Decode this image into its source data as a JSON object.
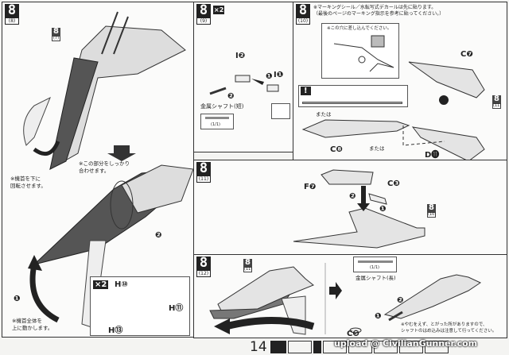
{
  "page_number": "14",
  "watermark": "upload @ CivilianGunner.com",
  "panels": {
    "p8": {
      "step": "8",
      "sub": "(8)",
      "ref_step": "8",
      "ref_sub": "(7)",
      "note_rotate": [
        "※機首を下に",
        "回転させます。"
      ],
      "note_fit": [
        "※この部分をしっかり",
        "合わせます。"
      ],
      "note_up": [
        "※機首全体を",
        "上に動かします。"
      ],
      "x2": "×2",
      "parts": [
        "H⑩",
        "H⑪",
        "H⑬"
      ],
      "step1": "❶",
      "step2": "❷"
    },
    "p9": {
      "step": "8",
      "sub": "(9)",
      "x2": "×2",
      "parts": [
        "I❷",
        "I❶"
      ],
      "step1": "❶",
      "step2": "❷",
      "shaft_label": "金属シャフト(短)",
      "shaft_count": "(1/1)"
    },
    "p10": {
      "step": "8",
      "sub": "(10)",
      "note": [
        "※マーキングシール／水転写式デカールは先に貼ります。",
        "（最後のページのマーキング指示を参考に貼ってください。）"
      ],
      "inset_note": "※この穴に差し込んでください。",
      "parts": [
        "C❼",
        "C❽",
        "D⓫"
      ],
      "ref_step": "8",
      "ref_sub": "(11)",
      "or_text": "または",
      "warning": "!"
    },
    "p11": {
      "step": "8",
      "sub": "(11)",
      "parts": [
        "F❼",
        "C❸"
      ],
      "ref_step": "8",
      "ref_sub": "(10)",
      "step1": "❶",
      "step2": "❷"
    },
    "p12": {
      "step": "8",
      "sub": "(12)",
      "ref_step": "8",
      "ref_sub": "(11)",
      "shaft_count": "(1/1)",
      "shaft_label": "金属シャフト(長)",
      "parts": [
        "C❺"
      ],
      "step1": "❶",
      "step2": "❷",
      "note": [
        "※やむをえず、とがった所がありますので、",
        "シャフトのはめ込みは注意して行ってください。"
      ]
    }
  }
}
